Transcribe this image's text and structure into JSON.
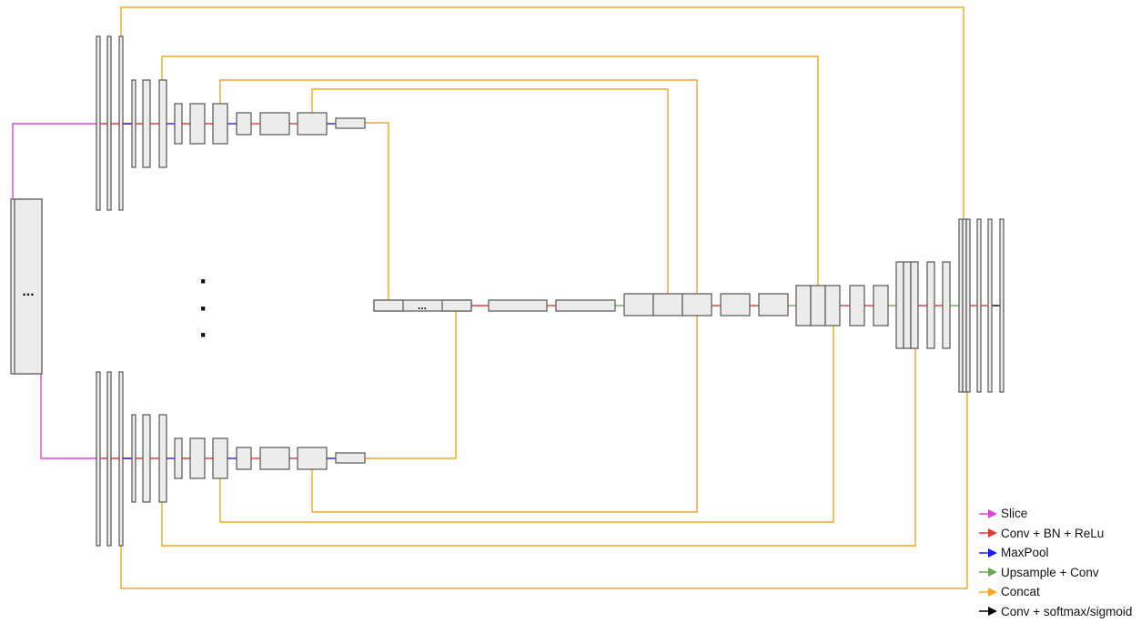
{
  "diagram": {
    "ellipsis_input": "...",
    "ellipsis_bottleneck": "...",
    "vertical_ellipsis": [
      "·",
      "·",
      "·"
    ]
  },
  "colors": {
    "slice": "#e040e0",
    "conv_bn_relu": "#e53935",
    "maxpool": "#1a1aff",
    "upsample_conv": "#6aa84f",
    "concat": "#f5a623",
    "conv_softmax": "#000000"
  },
  "legend": {
    "items": [
      {
        "label": "Slice",
        "color": "#e040e0"
      },
      {
        "label": "Conv + BN + ReLu",
        "color": "#e53935"
      },
      {
        "label": "MaxPool",
        "color": "#1a1aff"
      },
      {
        "label": "Upsample + Conv",
        "color": "#6aa84f"
      },
      {
        "label": "Concat",
        "color": "#f5a623"
      },
      {
        "label": "Conv + softmax/sigmoid",
        "color": "#000000"
      }
    ]
  }
}
